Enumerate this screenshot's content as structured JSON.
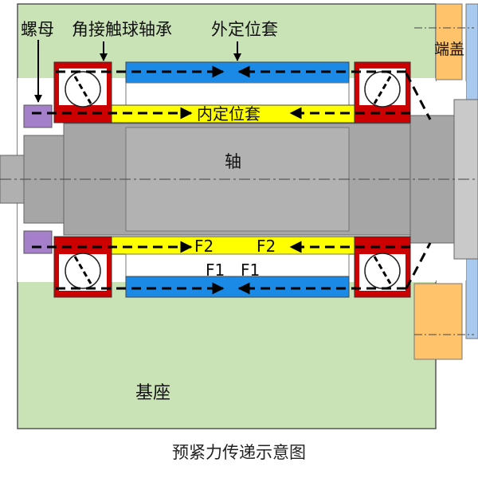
{
  "labels": {
    "nut": "螺母",
    "bearing": "角接触球轴承",
    "outer_spacer": "外定位套",
    "end_cover": "端盖",
    "inner_spacer": "内定位套",
    "shaft": "轴",
    "force_f2_left": "F2",
    "force_f2_right": "F2",
    "force_f1_left": "F1",
    "force_f1_right": "F1",
    "base": "基座"
  },
  "caption": "预紧力传递示意图",
  "colors": {
    "base": "#c9e3b6",
    "outer_spacer": "#1b8ae6",
    "inner_spacer": "#ffff00",
    "bearing_ring": "#cc0000",
    "nut": "#a57fc9",
    "end_cover": "#ffc36b",
    "shaft": "#a6a6a6",
    "shaft_light": "#c9c9c9",
    "side_blue": "#a9c9ee"
  }
}
